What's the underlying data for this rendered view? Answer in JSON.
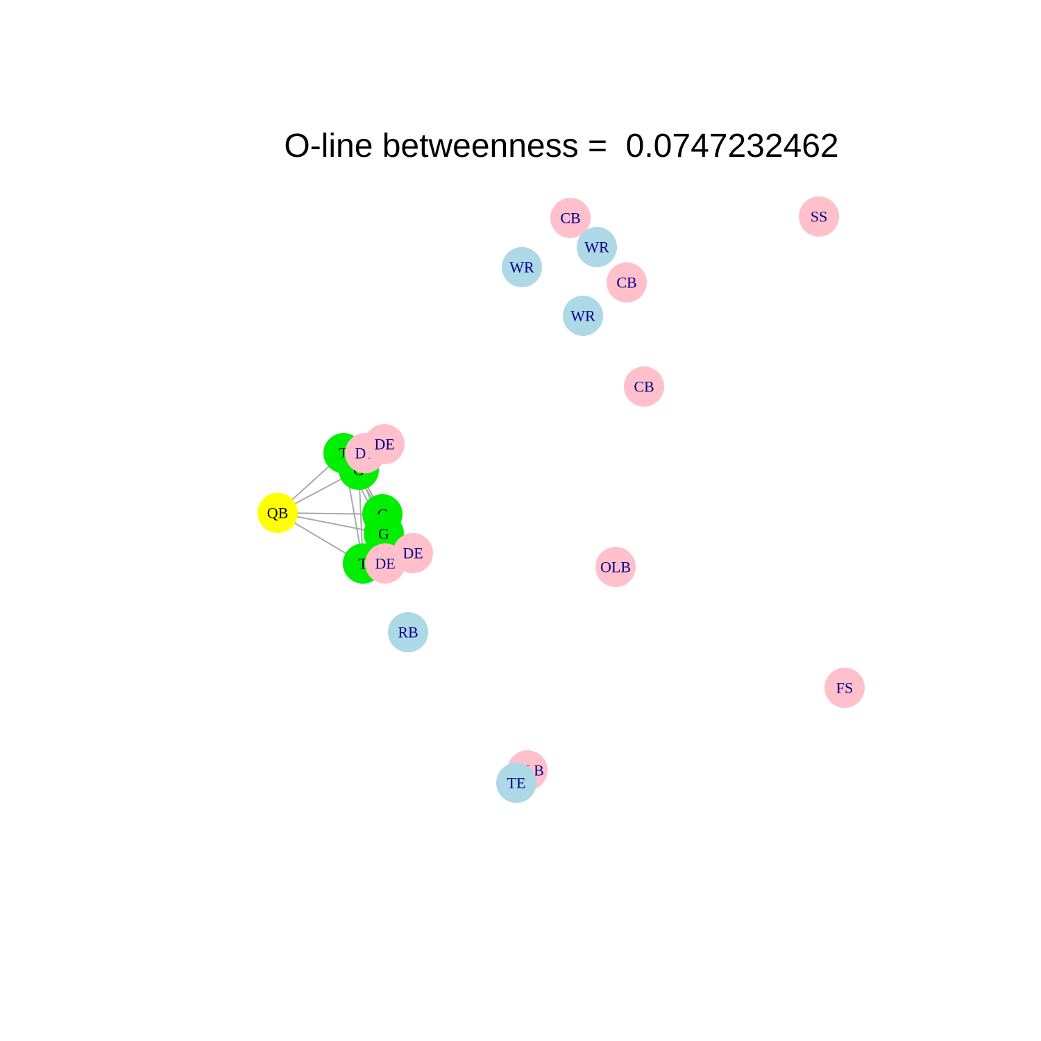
{
  "title": "O-line betweenness =  0.0747232462",
  "colors": {
    "offense": "#add8e6",
    "defense": "#ffc0cb",
    "oline": "#00ee00",
    "qb": "#ffff00",
    "edge": "#a9a9a9",
    "label": "#00008b",
    "label_dark": "#000000"
  },
  "nodes": [
    {
      "id": "ss",
      "label": "SS",
      "group": "defense"
    },
    {
      "id": "cb1",
      "label": "CB",
      "group": "defense"
    },
    {
      "id": "wr1",
      "label": "WR",
      "group": "offense"
    },
    {
      "id": "wr2",
      "label": "WR",
      "group": "offense"
    },
    {
      "id": "cb2",
      "label": "CB",
      "group": "defense"
    },
    {
      "id": "wr3",
      "label": "WR",
      "group": "offense"
    },
    {
      "id": "cb3",
      "label": "CB",
      "group": "defense"
    },
    {
      "id": "t1",
      "label": "T",
      "group": "oline"
    },
    {
      "id": "g1",
      "label": "G",
      "group": "oline"
    },
    {
      "id": "dt",
      "label": "DT",
      "group": "defense"
    },
    {
      "id": "de1",
      "label": "DE",
      "group": "defense"
    },
    {
      "id": "qb",
      "label": "QB",
      "group": "qb"
    },
    {
      "id": "c",
      "label": "C",
      "group": "oline"
    },
    {
      "id": "g2",
      "label": "G",
      "group": "oline"
    },
    {
      "id": "t2",
      "label": "T",
      "group": "oline"
    },
    {
      "id": "de3",
      "label": "DE",
      "group": "defense"
    },
    {
      "id": "de2",
      "label": "DE",
      "group": "defense"
    },
    {
      "id": "olb",
      "label": "OLB",
      "group": "defense"
    },
    {
      "id": "rb",
      "label": "RB",
      "group": "offense"
    },
    {
      "id": "fs",
      "label": "FS",
      "group": "defense"
    },
    {
      "id": "mlb",
      "label": "MLB",
      "group": "defense"
    },
    {
      "id": "te",
      "label": "TE",
      "group": "offense"
    }
  ],
  "edges": [
    [
      "qb",
      "t1"
    ],
    [
      "qb",
      "g1"
    ],
    [
      "qb",
      "c"
    ],
    [
      "qb",
      "g2"
    ],
    [
      "qb",
      "t2"
    ],
    [
      "t1",
      "g1"
    ],
    [
      "t1",
      "c"
    ],
    [
      "t1",
      "g2"
    ],
    [
      "t1",
      "t2"
    ],
    [
      "g1",
      "c"
    ],
    [
      "g1",
      "g2"
    ],
    [
      "g1",
      "t2"
    ],
    [
      "c",
      "g2"
    ],
    [
      "c",
      "t2"
    ],
    [
      "g2",
      "t2"
    ]
  ]
}
